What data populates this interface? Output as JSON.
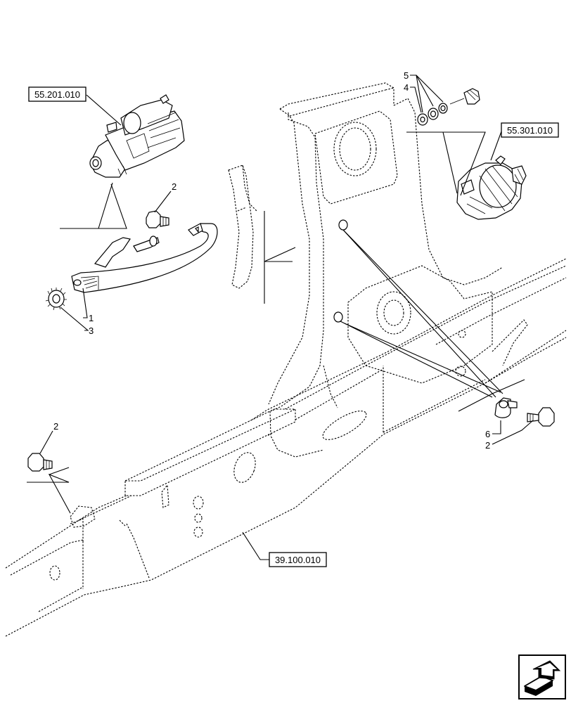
{
  "references": {
    "starter": "55.201.010",
    "alternator": "55.301.010",
    "frame": "39.100.010"
  },
  "callouts": {
    "c1": "1",
    "c2a": "2",
    "c2b": "2",
    "c2c": "2",
    "c3": "3",
    "c4": "4",
    "c5": "5",
    "c6": "6"
  },
  "icons": {
    "nav": "next-page-arrow-icon"
  }
}
